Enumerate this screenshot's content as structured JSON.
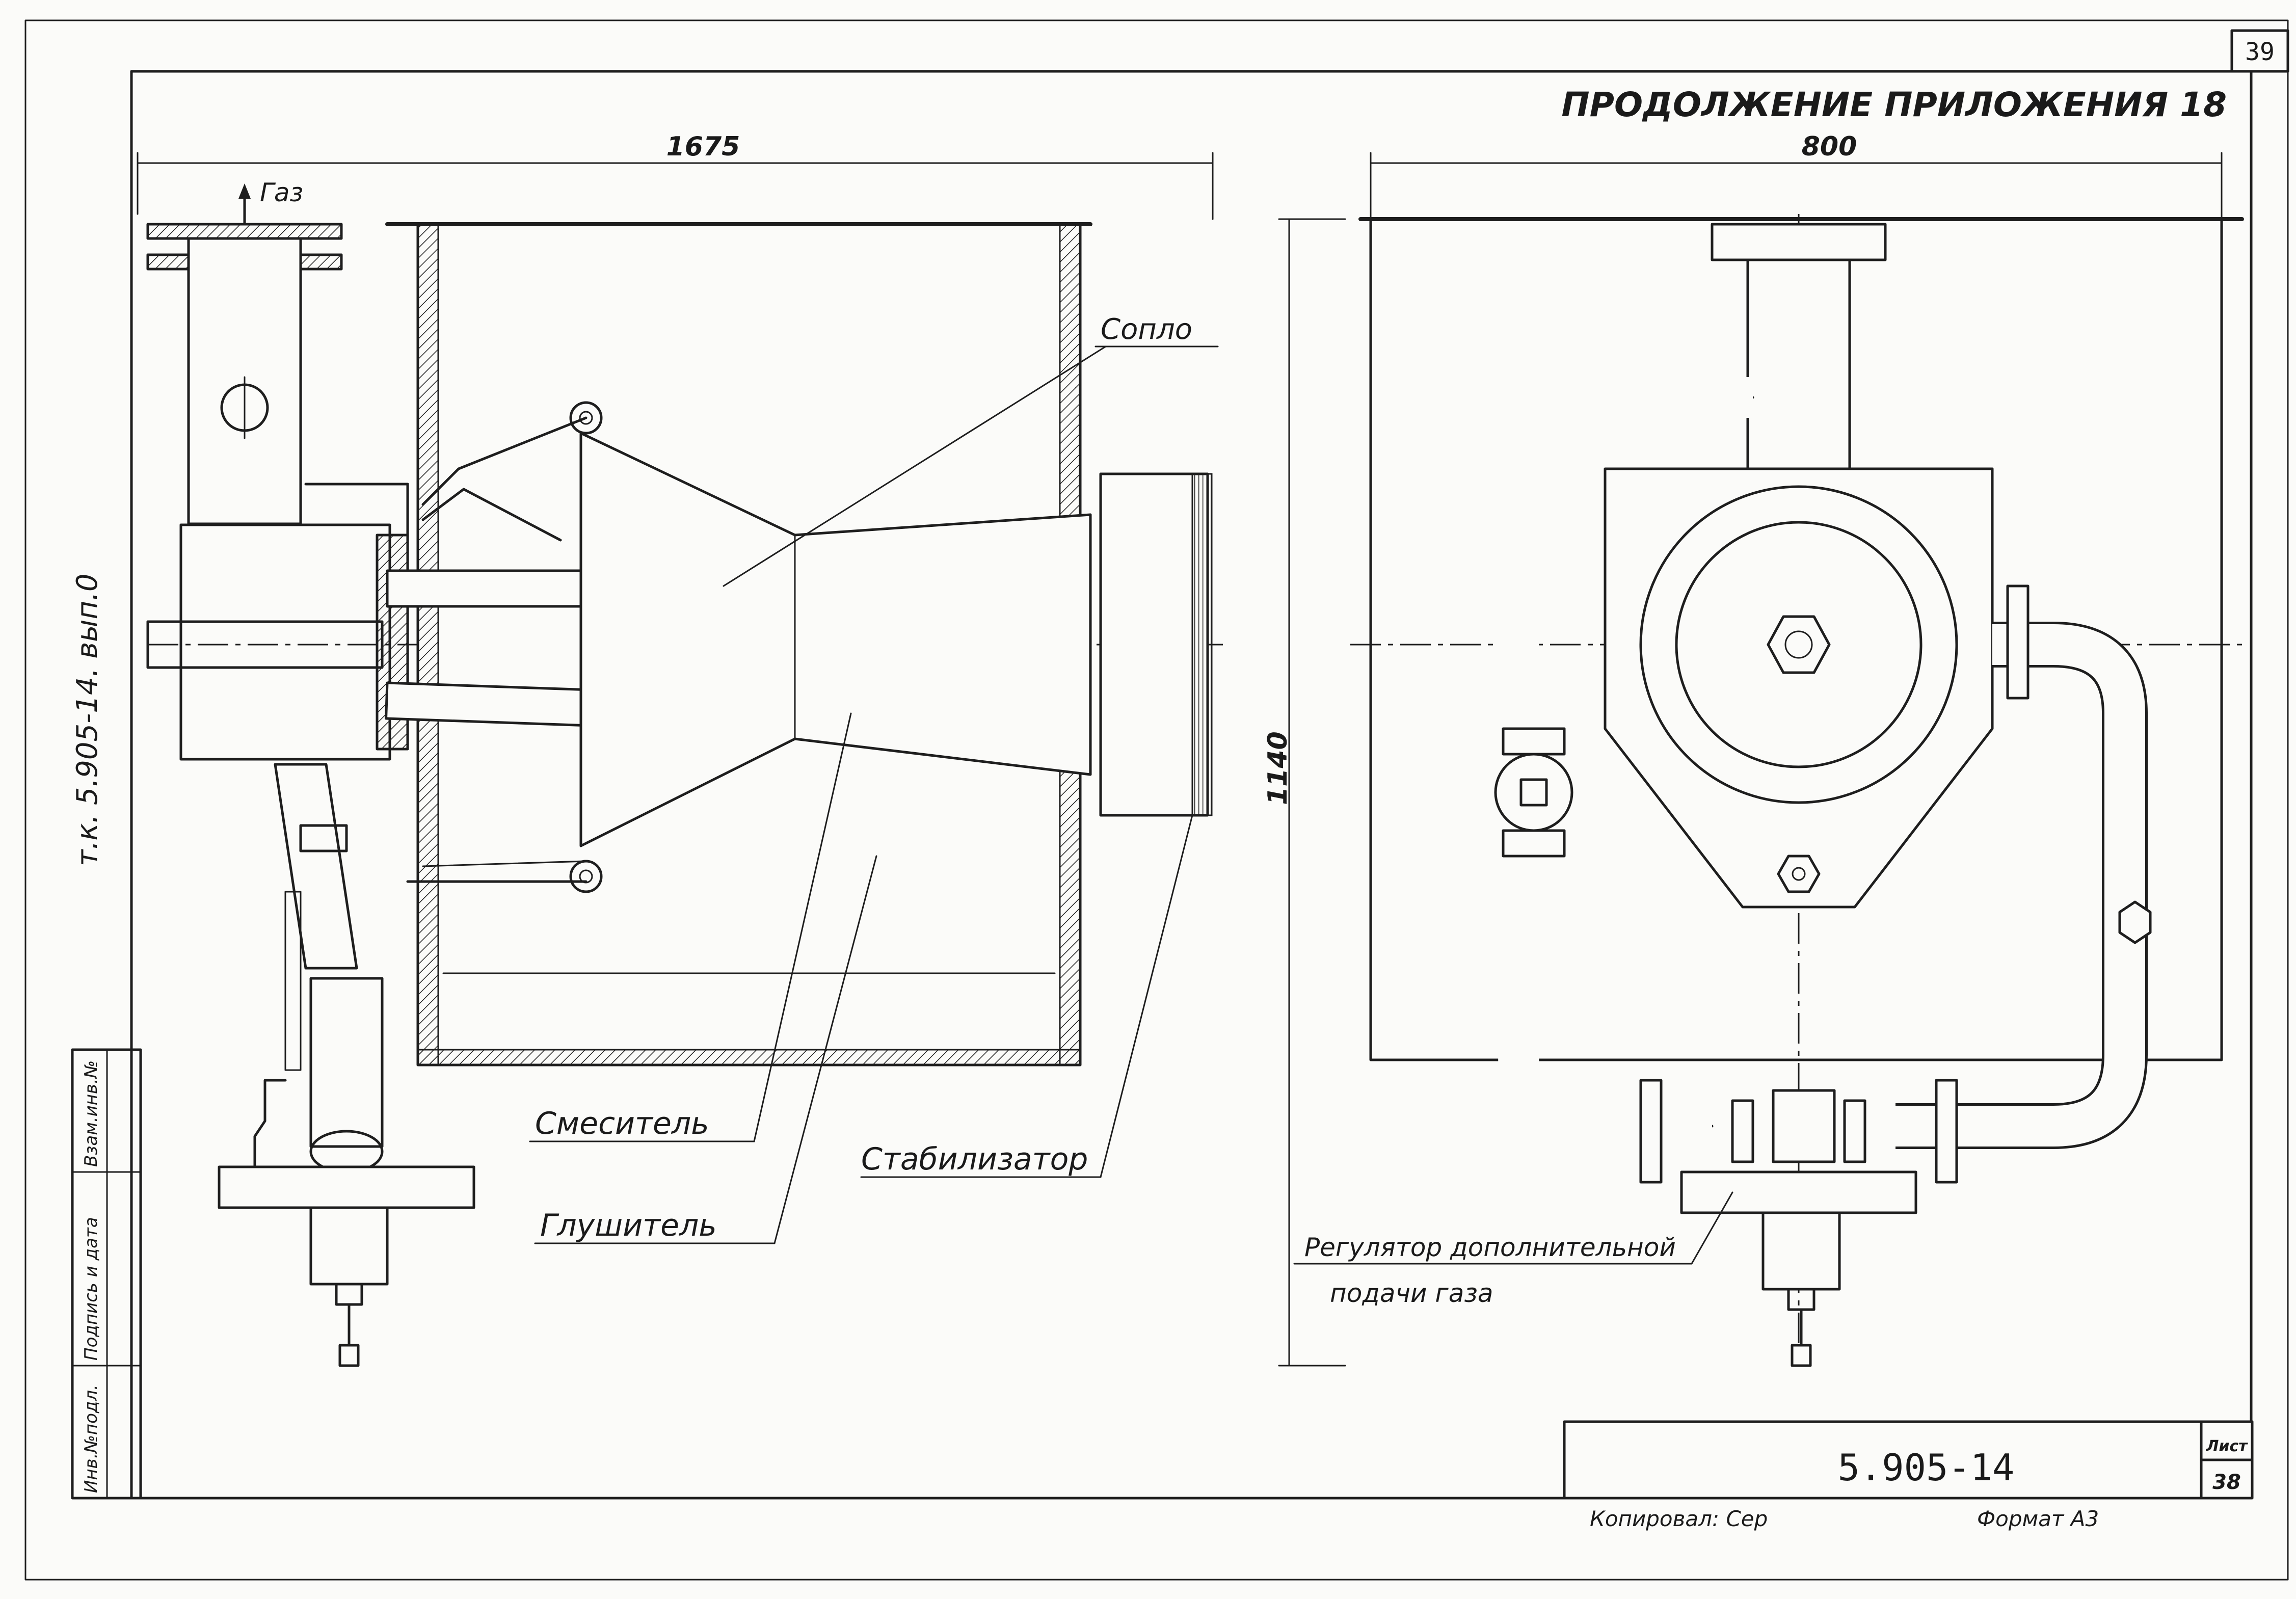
{
  "sheet": {
    "corner_number": "39",
    "header": "ПРОДОЛЖЕНИЕ ПРИЛОЖЕНИЯ 18",
    "side_code": "т.к. 5.905-14. вып.0"
  },
  "left_view": {
    "dimension_width": "1675",
    "dimension_height": "1140",
    "gas_label": "Газ",
    "labels": {
      "nozzle": "Сопло",
      "mixer": "Смеситель",
      "silencer": "Глушитель",
      "stabilizer": "Стабилизатор"
    }
  },
  "right_view": {
    "dimension_width": "800",
    "regulator_line1": "Регулятор дополнительной",
    "regulator_line2": "подачи газа"
  },
  "stamp_column": {
    "cells": [
      "Инв.№подл.",
      "Подпись и дата",
      "Взам.инв.№"
    ]
  },
  "title_block": {
    "document_number": "5.905-14",
    "sheet_label": "Лист",
    "sheet_number": "38",
    "copied_by": "Копировал: Сер",
    "format": "Формат А3"
  }
}
